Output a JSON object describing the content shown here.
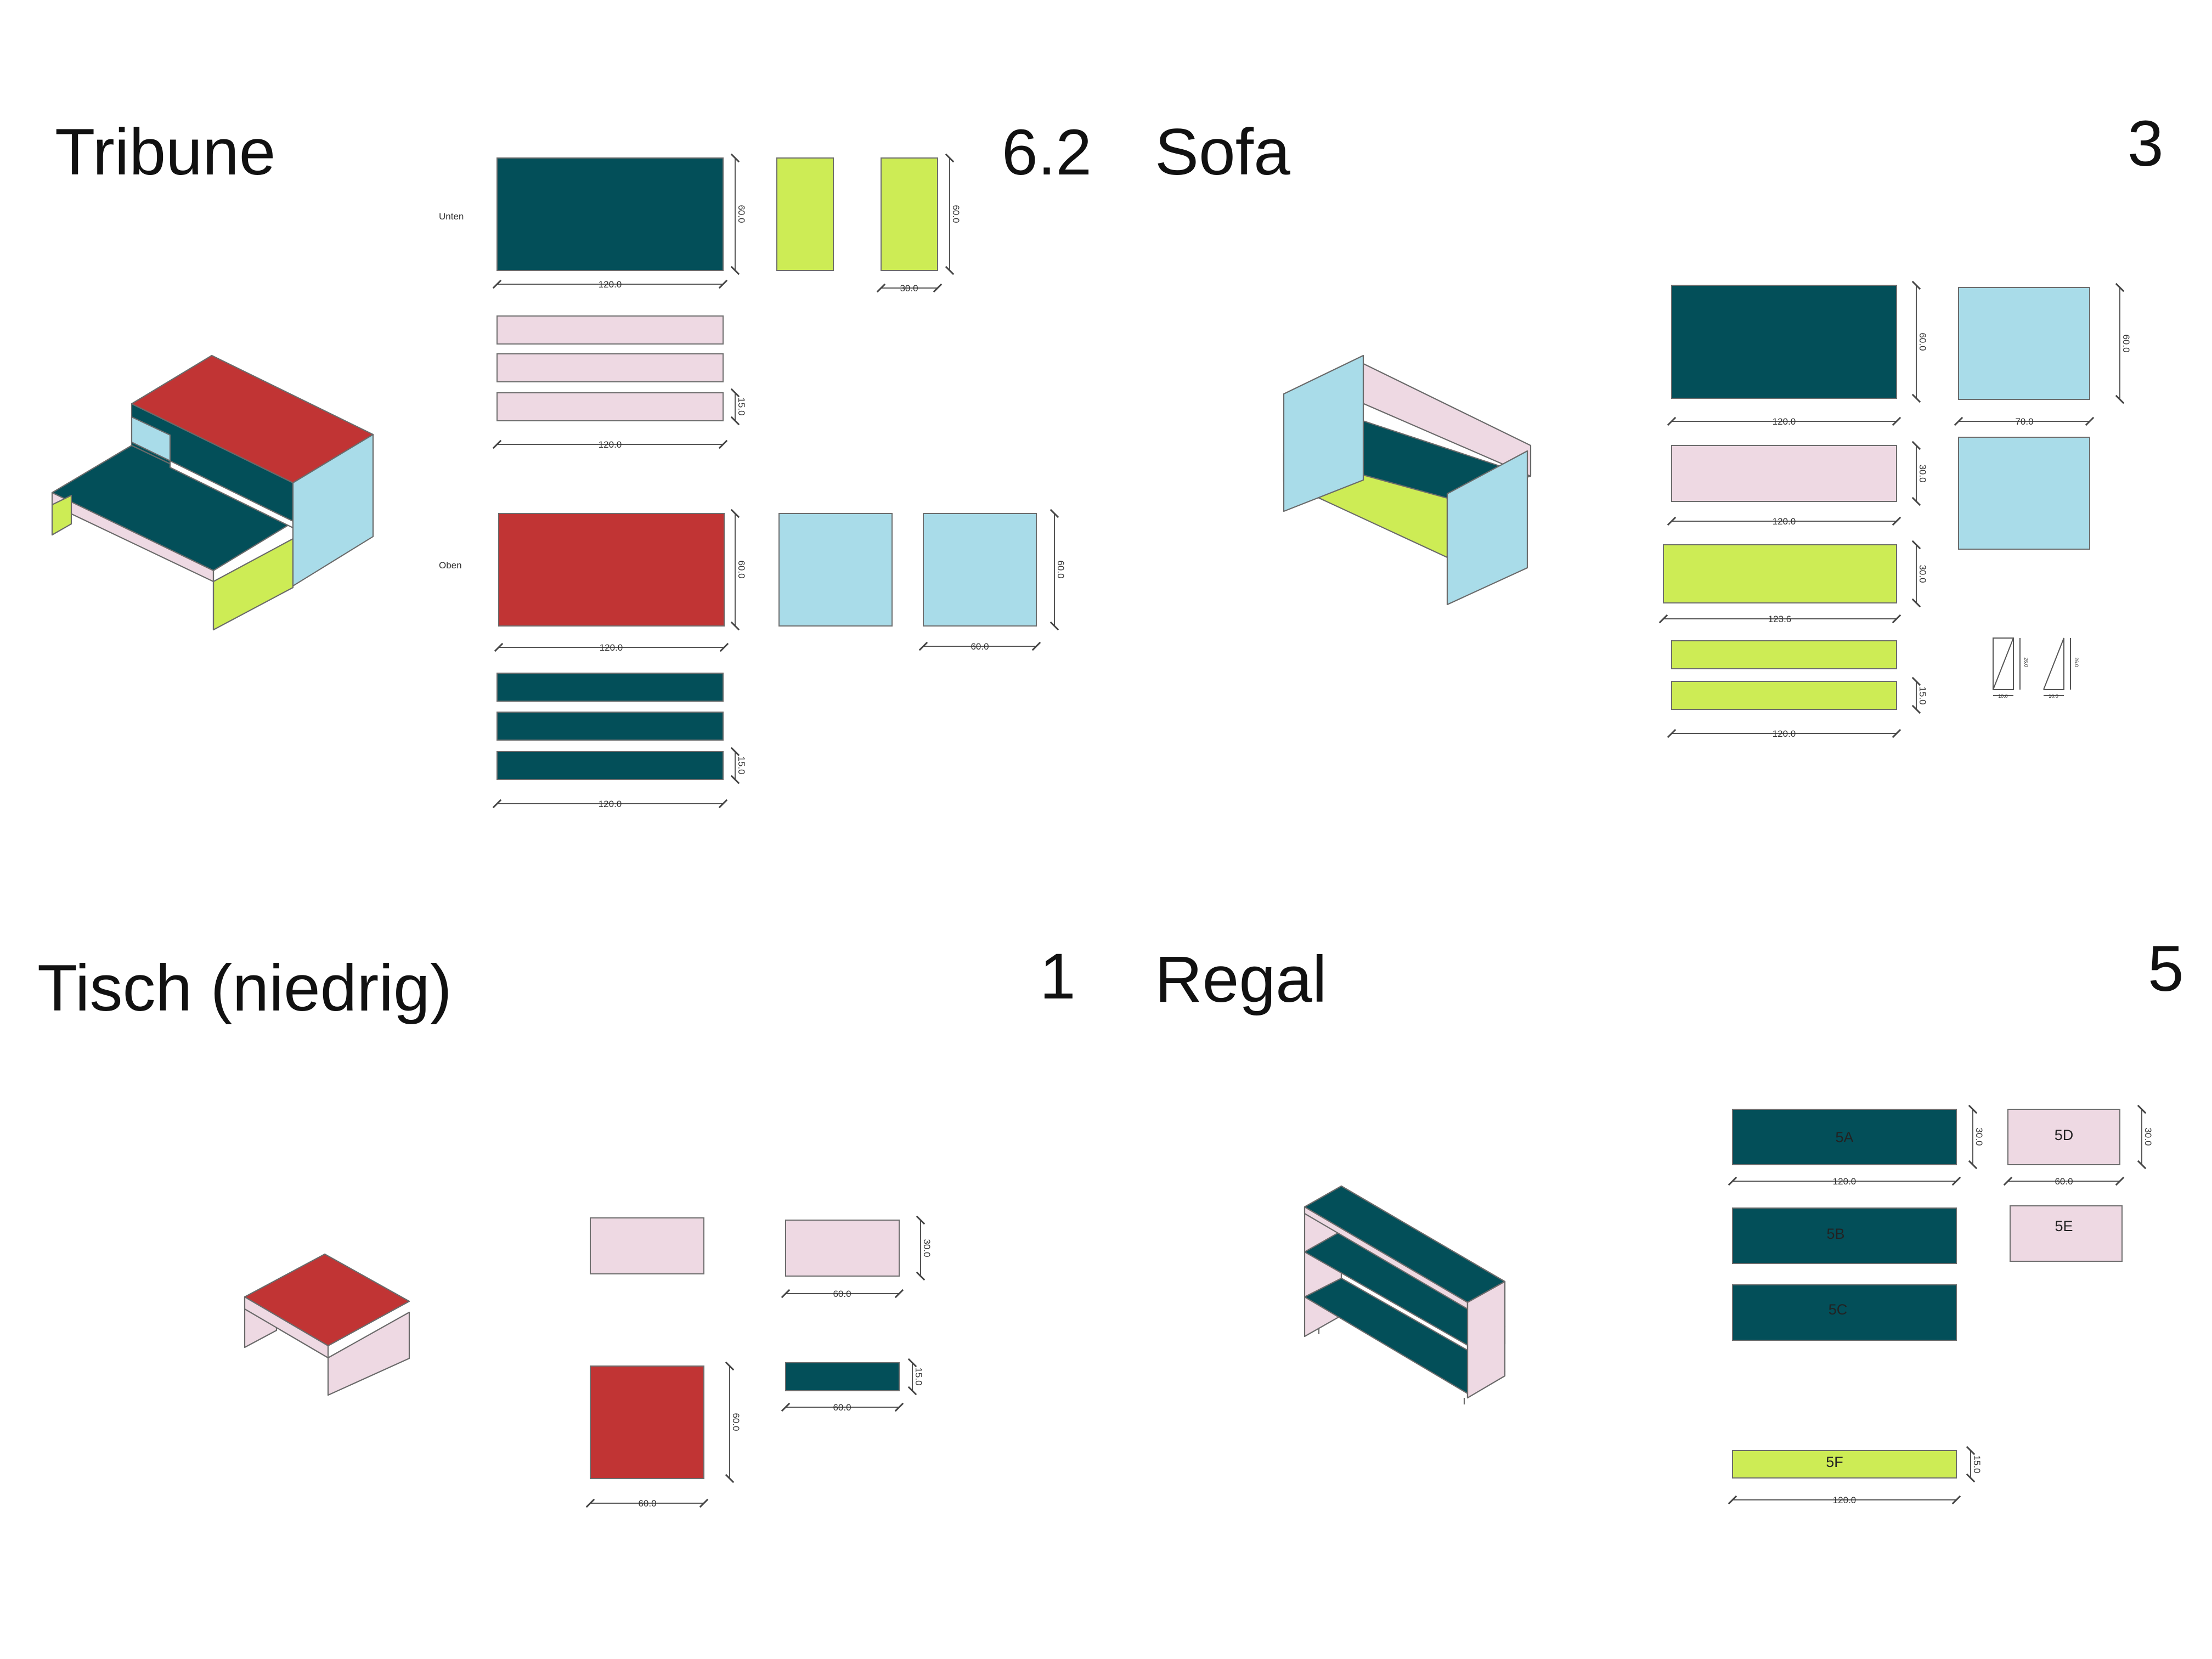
{
  "colors": {
    "teal": "#034f59",
    "lime": "#cdec55",
    "pink": "#eed9e3",
    "blue": "#a9dce9",
    "red": "#c13434",
    "outline": "#6d6d6d"
  },
  "tribune": {
    "title": "Tribune",
    "number": "6.2",
    "row_unten": "Unten",
    "row_oben": "Oben",
    "dims": {
      "unten_main_w": "120.0",
      "unten_main_h": "60.0",
      "unten_side_h": "60.0",
      "unten_side_w": "30.0",
      "unten_strips_w": "120.0",
      "unten_strips_h": "15.0",
      "oben_main_w": "120.0",
      "oben_main_h": "60.0",
      "oben_side_w": "60.0",
      "oben_side_h": "60.0",
      "oben_strips_w": "120.0",
      "oben_strips_h": "15.0"
    }
  },
  "sofa": {
    "title": "Sofa",
    "number": "3",
    "dims": {
      "seat_w": "120.0",
      "seat_h": "60.0",
      "side_w": "70.0",
      "side_h": "60.0",
      "back_w": "120.0",
      "back_h": "30.0",
      "front_w": "123.6",
      "front_h": "30.0",
      "strips_w": "120.0",
      "strips_h": "15.0",
      "tri_h_1": "26.0",
      "tri_w_1": "10.0",
      "tri_h_2": "26.0",
      "tri_w_2": "10.0"
    }
  },
  "tisch": {
    "title": "Tisch (niedrig)",
    "number": "1",
    "dims": {
      "side_w": "60.0",
      "side_h": "30.0",
      "top_w": "60.0",
      "top_h": "60.0",
      "strip_w": "60.0",
      "strip_h": "15.0"
    }
  },
  "regal": {
    "title": "Regal",
    "number": "5",
    "labels": [
      "5A",
      "5B",
      "5C",
      "5D",
      "5E",
      "5F"
    ],
    "dims": {
      "shelf_w": "120.0",
      "shelf_h": "30.0",
      "side_w": "60.0",
      "side_h": "30.0",
      "strip_w": "120.0",
      "strip_h": "15.0"
    }
  }
}
